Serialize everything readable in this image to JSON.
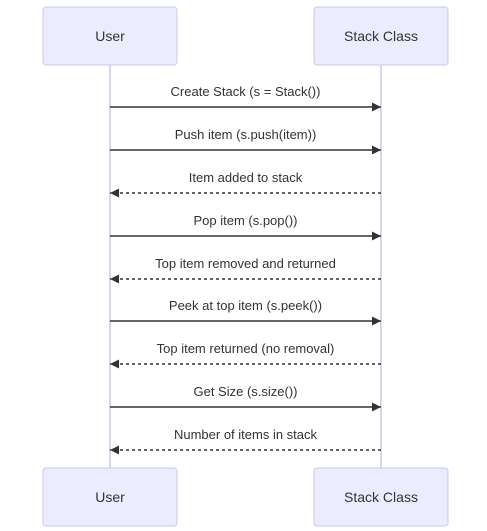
{
  "participants": [
    {
      "id": "user",
      "label": "User"
    },
    {
      "id": "stack",
      "label": "Stack Class"
    }
  ],
  "messages": [
    {
      "from": "user",
      "to": "stack",
      "label": "Create Stack (s = Stack())",
      "style": "solid"
    },
    {
      "from": "user",
      "to": "stack",
      "label": "Push item (s.push(item))",
      "style": "solid"
    },
    {
      "from": "stack",
      "to": "user",
      "label": "Item added to stack",
      "style": "dashed"
    },
    {
      "from": "user",
      "to": "stack",
      "label": "Pop item (s.pop())",
      "style": "solid"
    },
    {
      "from": "stack",
      "to": "user",
      "label": "Top item removed and returned",
      "style": "dashed"
    },
    {
      "from": "user",
      "to": "stack",
      "label": "Peek at top item (s.peek())",
      "style": "solid"
    },
    {
      "from": "stack",
      "to": "user",
      "label": "Top item returned (no removal)",
      "style": "dashed"
    },
    {
      "from": "user",
      "to": "stack",
      "label": "Get Size (s.size())",
      "style": "solid"
    },
    {
      "from": "stack",
      "to": "user",
      "label": "Number of items in stack",
      "style": "dashed"
    }
  ],
  "colors": {
    "actor_fill": "#ececff",
    "actor_stroke": "#c9c9f0",
    "line": "#333333"
  }
}
